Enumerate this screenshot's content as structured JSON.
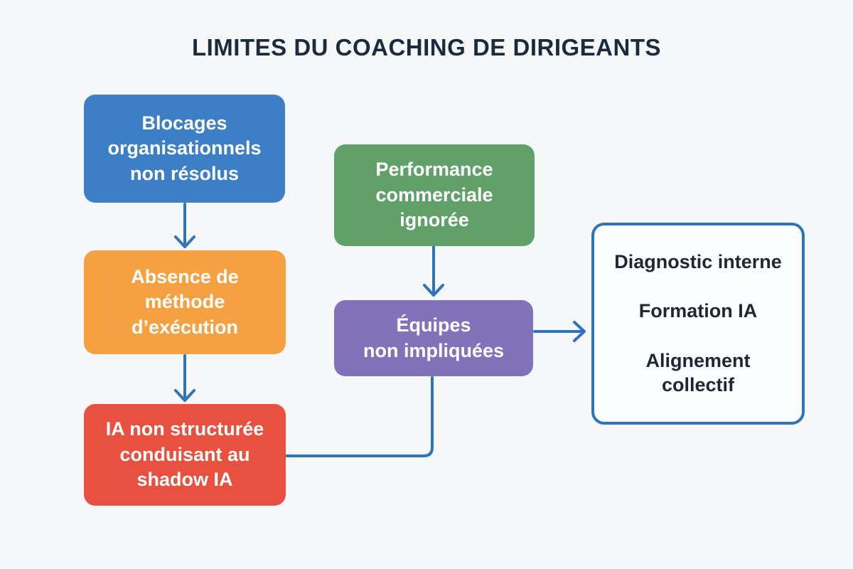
{
  "title": "LIMITES DU COACHING DE DIRIGEANTS",
  "colors": {
    "background": "#f6f7f8",
    "title_text": "#1b2b3e",
    "connector": "#2e74b8",
    "box_text": "#ffffff",
    "outcome_bg": "#fcfdfe",
    "outcome_border": "#2e74b8",
    "outcome_text": "#1e2733"
  },
  "nodes": {
    "blocages": {
      "label": "Blocages\norganisationnels\nnon résolus",
      "color": "#3d7fc6"
    },
    "methode": {
      "label": "Absence de\nméthode\nd’exécution",
      "color": "#f5a142"
    },
    "shadow": {
      "label": "IA non structurée\nconduisant au\nshadow IA",
      "color": "#e8503f"
    },
    "performance": {
      "label": "Performance\ncommerciale\nignorée",
      "color": "#61a169"
    },
    "equipes": {
      "label": "Équipes\nnon impliquées",
      "color": "#8172b9"
    }
  },
  "outcome": {
    "items": [
      "Diagnostic interne",
      "Formation IA",
      "Alignement\ncollectif"
    ]
  },
  "connections": [
    {
      "from": "blocages",
      "to": "methode",
      "arrow": true
    },
    {
      "from": "methode",
      "to": "shadow",
      "arrow": true
    },
    {
      "from": "performance",
      "to": "equipes",
      "arrow": true
    },
    {
      "from": "equipes",
      "to": "outcome",
      "arrow": true
    },
    {
      "from": "shadow",
      "to": "equipes",
      "arrow": false
    }
  ]
}
